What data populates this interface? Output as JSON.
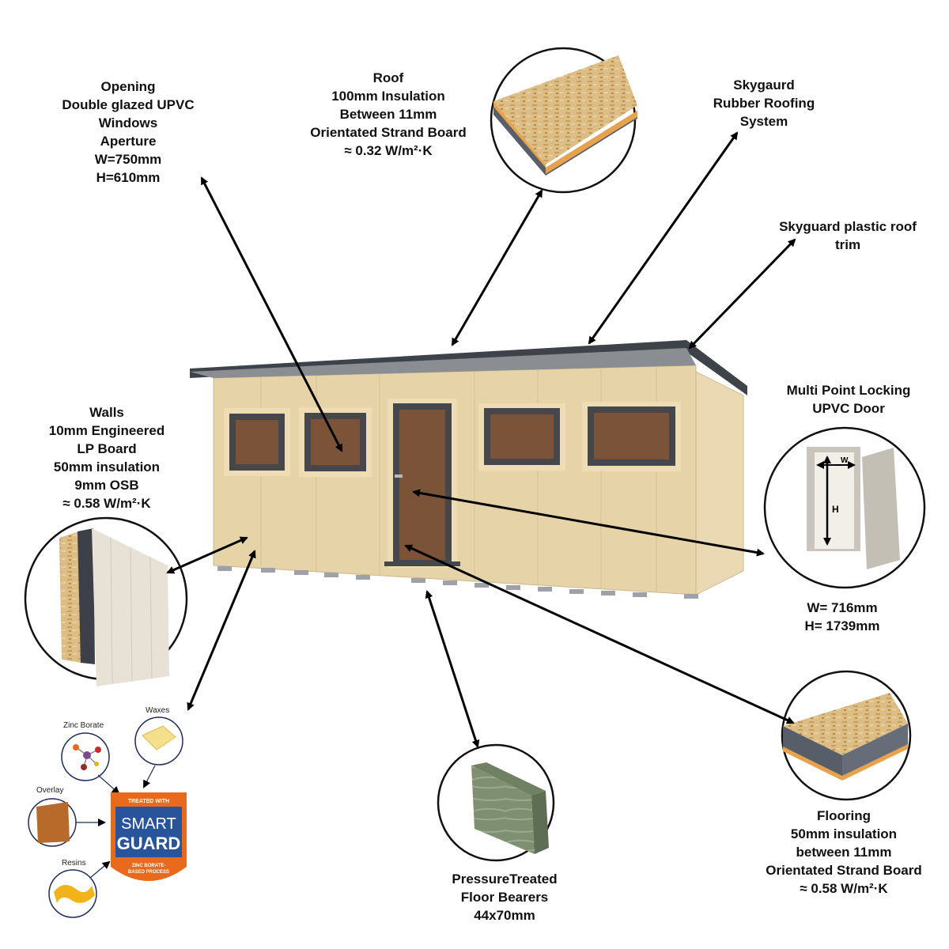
{
  "labels": {
    "window": [
      "Opening",
      "Double glazed  UPVC",
      "Windows",
      "Aperture",
      "W=750mm",
      "H=610mm"
    ],
    "roof": [
      "Roof",
      "100mm Insulation",
      "Between 11mm",
      "Orientated Strand Board",
      "≈ 0.32 W/m²·K"
    ],
    "rubber": [
      "Skygaurd",
      "Rubber Roofing",
      "System"
    ],
    "trim": [
      "Skyguard plastic roof",
      "trim"
    ],
    "door": [
      "Multi Point Locking",
      "UPVC Door"
    ],
    "door_size": [
      "W= 716mm",
      "H= 1739mm"
    ],
    "walls": [
      "Walls",
      "10mm Engineered",
      "LP Board",
      "50mm insulation",
      "9mm OSB",
      "≈ 0.58 W/m²·K"
    ],
    "bearers": [
      "PressureTreated",
      "Floor Bearers",
      "44x70mm"
    ],
    "flooring": [
      "Flooring",
      "50mm insulation",
      "between 11mm",
      "Orientated Strand Board",
      "≈ 0.58 W/m²·K"
    ]
  },
  "door_diagram": {
    "w": "W",
    "h": "H"
  },
  "smartguard": {
    "zinc": "Zinc Borate",
    "waxes": "Waxes",
    "overlay": "Overlay",
    "resins": "Resins",
    "badge_top": "TREATED WITH",
    "badge_line1": "SMART",
    "badge_line2": "GUARD",
    "badge_bottom1": "ZINC BORATE-",
    "badge_bottom2": "BASED PROCESS"
  },
  "colors": {
    "wood": "#e6d3a8",
    "roof": "#3e434a",
    "frame": "#45474c",
    "osb": "#d9b77a"
  }
}
